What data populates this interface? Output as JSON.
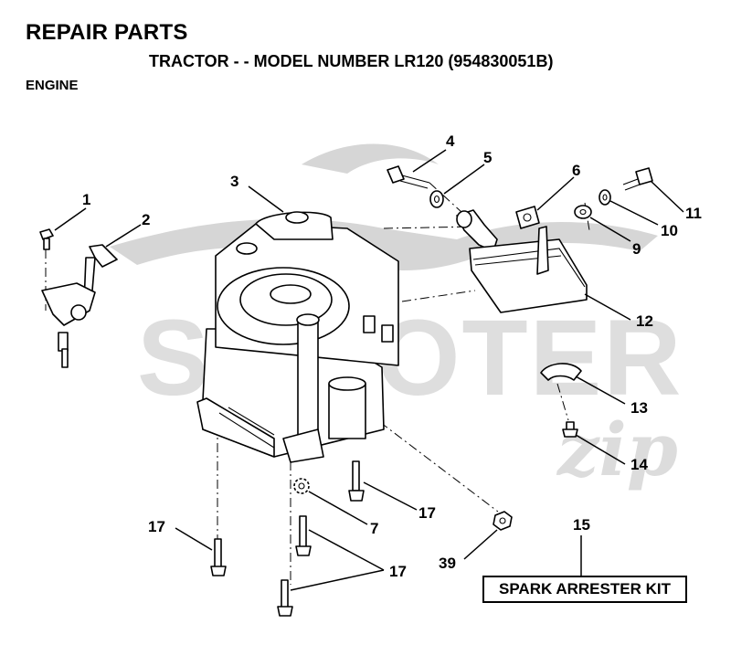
{
  "header": {
    "title": "REPAIR PARTS",
    "subtitle": "TRACTOR - - MODEL NUMBER LR120 (954830051B)",
    "section": "ENGINE"
  },
  "watermark": {
    "text": "SCOOTER",
    "script": "zip"
  },
  "callouts": {
    "c1": "1",
    "c2": "2",
    "c3": "3",
    "c4": "4",
    "c5": "5",
    "c6": "6",
    "c7": "7",
    "c9": "9",
    "c10": "10",
    "c11": "11",
    "c12": "12",
    "c13": "13",
    "c14": "14",
    "c15": "15",
    "c17a": "17",
    "c17b": "17",
    "c17c": "17",
    "c39": "39"
  },
  "kit": {
    "label": "SPARK ARRESTER KIT"
  }
}
